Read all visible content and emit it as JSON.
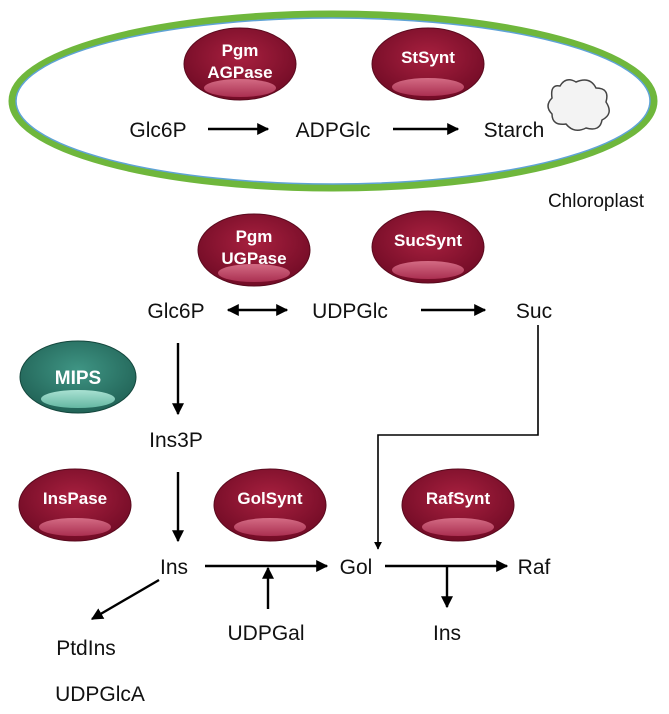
{
  "colors": {
    "enzyme_red": "#8a1030",
    "enzyme_red_highlight": "#c4476a",
    "enzyme_teal": "#2f7c6e",
    "enzyme_teal_highlight": "#8fd6c4",
    "chloroplast_border": "#7cc242",
    "chloroplast_border_inner": "#5fa3d6"
  },
  "chloroplast": {
    "label": "Chloroplast",
    "metabolites": {
      "glc6p": "Glc6P",
      "adpglc": "ADPGlc",
      "starch": "Starch"
    },
    "enzymes": {
      "pgm_agpase_line1": "Pgm",
      "pgm_agpase_line2": "AGPase",
      "stsynt": "StSynt"
    },
    "starch_icon": "cloud-icon"
  },
  "cytosol": {
    "metabolites": {
      "glc6p": "Glc6P",
      "udpglc": "UDPGlc",
      "suc": "Suc",
      "ins3p": "Ins3P",
      "ins": "Ins",
      "gol": "Gol",
      "raf": "Raf",
      "ptdins": "PtdIns",
      "udpgal": "UDPGal",
      "ins_product": "Ins",
      "udpglca": "UDPGlcA"
    },
    "enzymes": {
      "pgm_ugpase_line1": "Pgm",
      "pgm_ugpase_line2": "UGPase",
      "sucsynt": "SucSynt",
      "mips": "MIPS",
      "inspase": "InsPase",
      "golsynt": "GolSynt",
      "rafsynt": "RafSynt"
    }
  }
}
